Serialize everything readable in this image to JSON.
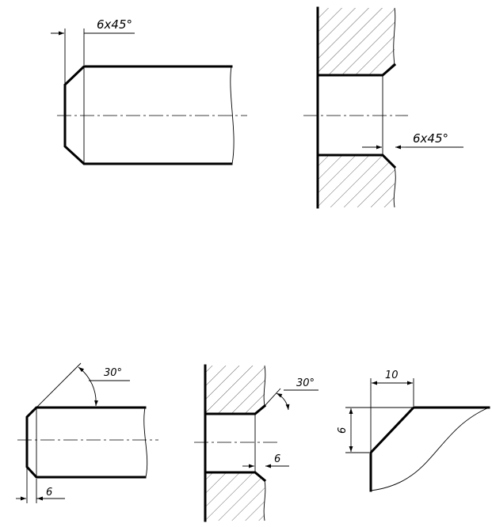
{
  "labels": {
    "shaft_chamfer": "6x45°",
    "hole_chamfer": "6x45°",
    "shaft_angle": "30°",
    "shaft_length": "6",
    "hole_angle": "30°",
    "hole_length": "6",
    "detail_horizontal": "10",
    "detail_vertical": "6"
  }
}
